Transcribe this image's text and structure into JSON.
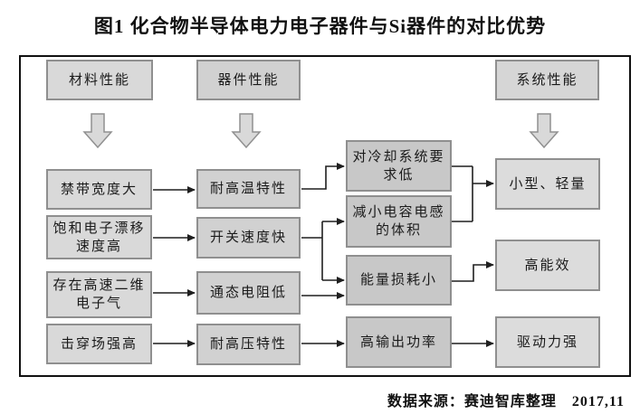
{
  "title": "图1 化合物半导体电力电子器件与Si器件的对比优势",
  "source_note": "数据来源：赛迪智库整理　2017,11",
  "headers": {
    "material": "材料性能",
    "device": "器件性能",
    "system": "系统性能"
  },
  "material_properties": {
    "bandgap": "禁带宽度大",
    "drift_velocity": "饱和电子漂移\n速度高",
    "two_deg": "存在高速二维\n电子气",
    "breakdown_field": "击穿场强高"
  },
  "device_properties": {
    "high_temp": "耐高温特性",
    "switching_speed": "开关速度快",
    "on_resistance": "通态电阻低",
    "high_voltage": "耐高压特性"
  },
  "effects": {
    "cooling_demand": "对冷却系统要\n求低",
    "smaller_passives": "减小电容电感\n的体积",
    "energy_loss": "能量损耗小",
    "output_power": "高输出功率"
  },
  "system_benefits": {
    "compact_light": "小型、轻量",
    "high_efficiency": "高能效",
    "strong_drive": "驱动力强"
  },
  "colors": {
    "frame_border": "#111111",
    "connector_line": "#1f1f1f",
    "box_border": "#8f8f8f",
    "fill_material_column": "#d9d9d9",
    "fill_device_column": "#d1d1d1",
    "fill_effects_column": "#c8c8c8",
    "fill_system_column": "#dcdcdc",
    "block_arrow_fill": "#d9d9d9",
    "block_arrow_border": "#909090"
  }
}
